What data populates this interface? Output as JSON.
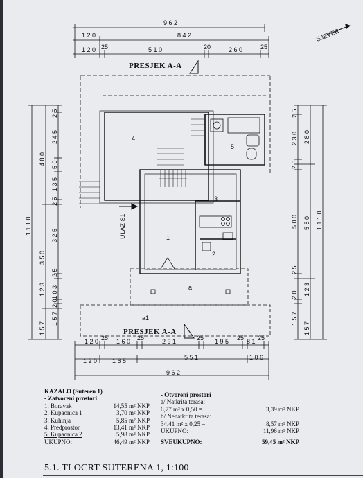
{
  "plan": {
    "section_label": "PRESJEK A-A",
    "north_label": "SJEVER",
    "entrance_label": "ULAZ S1",
    "top_dims": {
      "total": "9 6 2",
      "row2_a": "1 2 0",
      "row2_b": "8 4 2",
      "row3_a": "1 2 0",
      "row3_b": "25",
      "row3_c": "5 1 0",
      "row3_d": "20",
      "row3_e": "2 6 0",
      "row3_f": "25"
    },
    "bottom_dims": {
      "r1_a": "1 2 0",
      "r1_b": "25",
      "r1_c": "1 6 0",
      "r1_d": "25",
      "r1_e": "2 9 1",
      "r1_f": "25",
      "r1_g": "1 9 5",
      "r1_h": "25",
      "r1_i": "8 1",
      "r1_j": "25",
      "r2_a": "1 2 0",
      "r2_b": "1 6 5",
      "r2_c": "5 5 1",
      "r2_d": "1 0 6",
      "r3_total": "9 6 2"
    },
    "left_dims": {
      "total": "1 1 1 0",
      "a": "4 8 0",
      "b": "3 5 0",
      "c": "1 2 3",
      "d": "1 5 7",
      "e": "2 5",
      "f": "2 4 5",
      "g": "5 0",
      "h": "1 3 5",
      "i": "2 5",
      "j": "3 2 5",
      "k": "2 5",
      "l": "1 0 3",
      "m": "2 0",
      "n": "1 5 7"
    },
    "right_dims": {
      "total": "1 1 1 0",
      "a": "2 8 0",
      "b": "5 5 0",
      "c": "1 2 3",
      "d": "1 5 7",
      "e": "2 5",
      "f": "2 3 0",
      "g": "2 5",
      "h": "5 0 0",
      "i": "2 5",
      "j": "2 0",
      "k": "1 5 7"
    },
    "rooms": {
      "r1": "1",
      "r2": "2",
      "r3": "3",
      "r4": "4",
      "r5": "5",
      "a": "a",
      "a1": "a1"
    }
  },
  "legend": {
    "title": "KAZALO (Suteren 1)",
    "closed_header": "- Zatvoreni prostori",
    "closed_items": [
      {
        "label": "1. Boravak",
        "value": "14,55 m² NKP"
      },
      {
        "label": "2. Kupaonica 1",
        "value": "3,70 m² NKP"
      },
      {
        "label": "3. Kuhinja",
        "value": "5,85 m² NKP"
      },
      {
        "label": "4. Predprostor",
        "value": "13,41 m² NKP"
      },
      {
        "label": "5. Kupaonica 2",
        "value": "5,98 m² NKP"
      }
    ],
    "closed_total_label": "UKUPNO:",
    "closed_total_value": "46,49 m² NKP",
    "open_header": "- Otvoreni prostori",
    "open_a_label": "a/ Natkrita terasa:",
    "open_a_calc": "6,77 m² x 0,50 =",
    "open_a_value": "3,39 m² NKP",
    "open_b_label": "b/ Nenatkrita terasa:",
    "open_b_calc": "34,41 m² x 0,25 =",
    "open_b_value": "8,57 m² NKP",
    "open_total_label": "UKUPNO:",
    "open_total_value": "11,96 m² NKP",
    "grand_total_label": "SVEUKUPNO:",
    "grand_total_value": "59,45 m² NKP"
  },
  "footer": {
    "title": "5.1. TLOCRT SUTERENA 1, 1:100"
  }
}
